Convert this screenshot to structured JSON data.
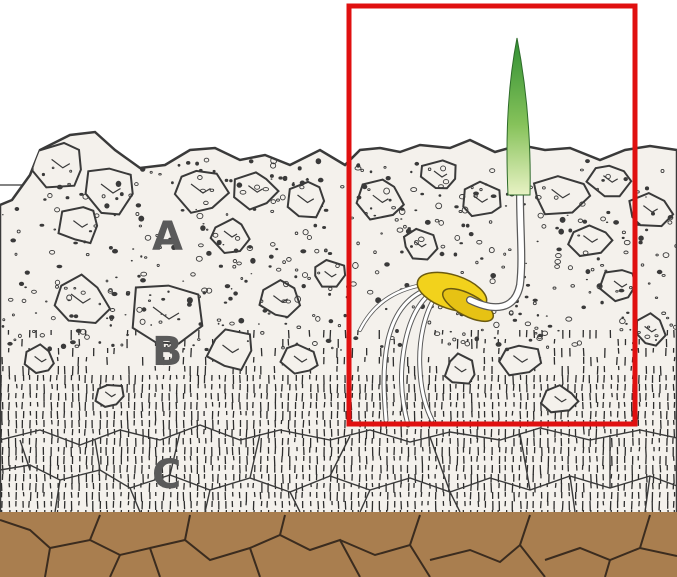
{
  "diagram": {
    "layers": [
      {
        "label": "A"
      },
      {
        "label": "B"
      },
      {
        "label": "C"
      }
    ],
    "colors": {
      "soil_light": "#f4f1ec",
      "outline": "#3a3a3a",
      "hatch": "#2e2e2e",
      "subsoil": "#a97e4f",
      "subsoil_crack": "#3b2c1f",
      "highlight_box": "#e01010",
      "shoot_dark": "#3e9a3a",
      "shoot_light": "#cfe6a0",
      "seed": "#f2d21c",
      "root": "#ffffff"
    },
    "icons": [
      "germinating-seed",
      "soil-clod"
    ]
  }
}
